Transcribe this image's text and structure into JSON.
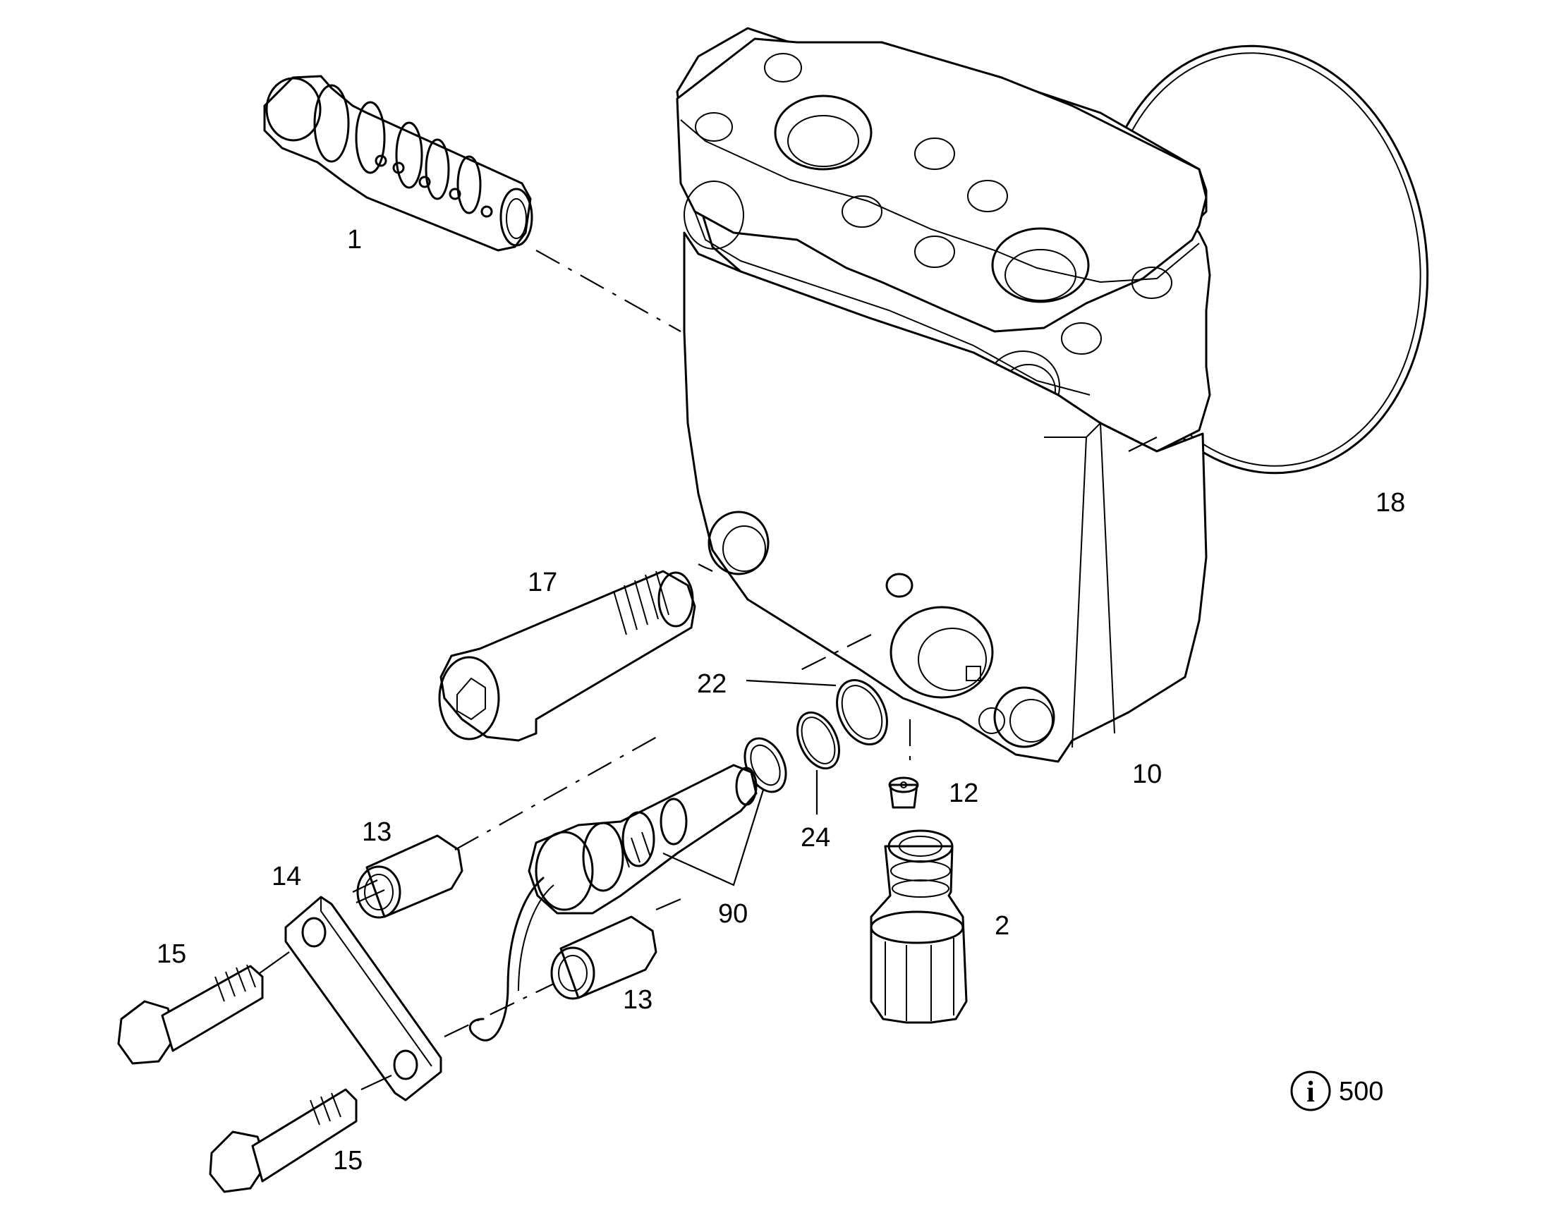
{
  "diagram": {
    "callouts": {
      "c1": "1",
      "c2": "2",
      "c10": "10",
      "c12": "12",
      "c13a": "13",
      "c13b": "13",
      "c14": "14",
      "c15a": "15",
      "c15b": "15",
      "c17": "17",
      "c18": "18",
      "c22": "22",
      "c24": "24",
      "c90": "90"
    },
    "info_badge": {
      "icon": "info-icon",
      "symbol": "i",
      "text": "500"
    }
  }
}
